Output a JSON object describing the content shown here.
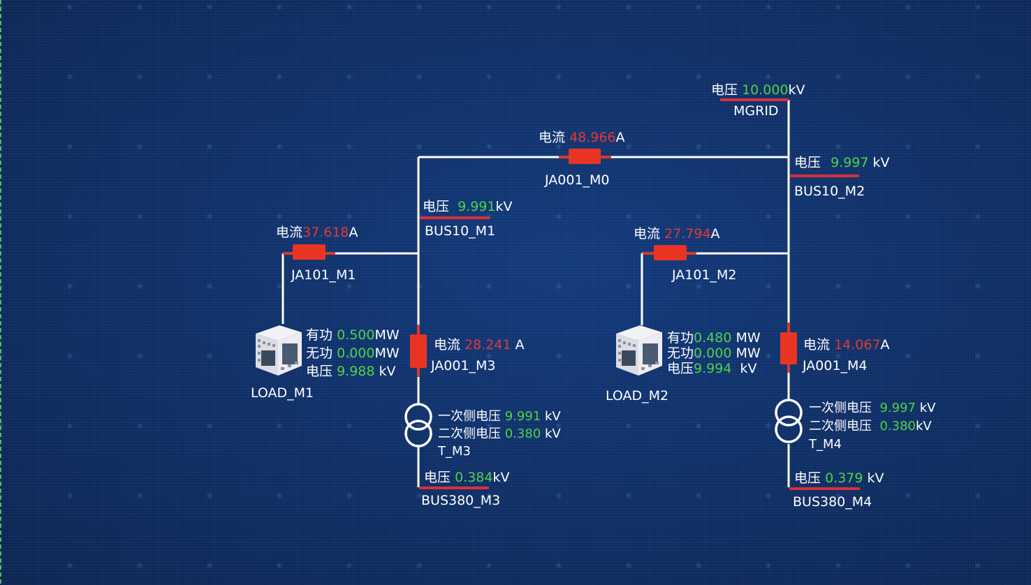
{
  "labels": {
    "voltage": "电压",
    "current": "电流",
    "active": "有功",
    "reactive": "无功",
    "primary_voltage": "一次侧电压",
    "secondary_voltage": "二次侧电压",
    "unit_kv": "kV",
    "unit_a": "A",
    "unit_mw": "MW"
  },
  "colors": {
    "value_current": "#e03a34",
    "value_voltage": "#4fd24a",
    "breaker": "#e93424",
    "busbar": "#d8303a",
    "wire": "#ffffff"
  },
  "grid": {
    "name": "MGRID",
    "voltage": "10.000"
  },
  "buses": {
    "bus10_m1": {
      "name": "BUS10_M1",
      "voltage": "9.991"
    },
    "bus10_m2": {
      "name": "BUS10_M2",
      "voltage": "9.997"
    },
    "bus380_m3": {
      "name": "BUS380_M3",
      "voltage": "0.384"
    },
    "bus380_m4": {
      "name": "BUS380_M4",
      "voltage": "0.379"
    }
  },
  "breakers": {
    "ja001_m0": {
      "name": "JA001_M0",
      "current": "48.966"
    },
    "ja101_m1": {
      "name": "JA101_M1",
      "current": "37.618"
    },
    "ja101_m2": {
      "name": "JA101_M2",
      "current": "27.794"
    },
    "ja001_m3": {
      "name": "JA001_M3",
      "current": "28.241"
    },
    "ja001_m4": {
      "name": "JA001_M4",
      "current": "14.067"
    }
  },
  "loads": {
    "load_m1": {
      "name": "LOAD_M1",
      "active": "0.500",
      "reactive": "0.000",
      "voltage": "9.988"
    },
    "load_m2": {
      "name": "LOAD_M2",
      "active": "0.480",
      "reactive": "0.000",
      "voltage": "9.994"
    }
  },
  "transformers": {
    "t_m3": {
      "name": "T_M3",
      "primary": "9.991",
      "secondary": "0.380"
    },
    "t_m4": {
      "name": "T_M4",
      "primary": "9.997",
      "secondary": "0.380"
    }
  }
}
